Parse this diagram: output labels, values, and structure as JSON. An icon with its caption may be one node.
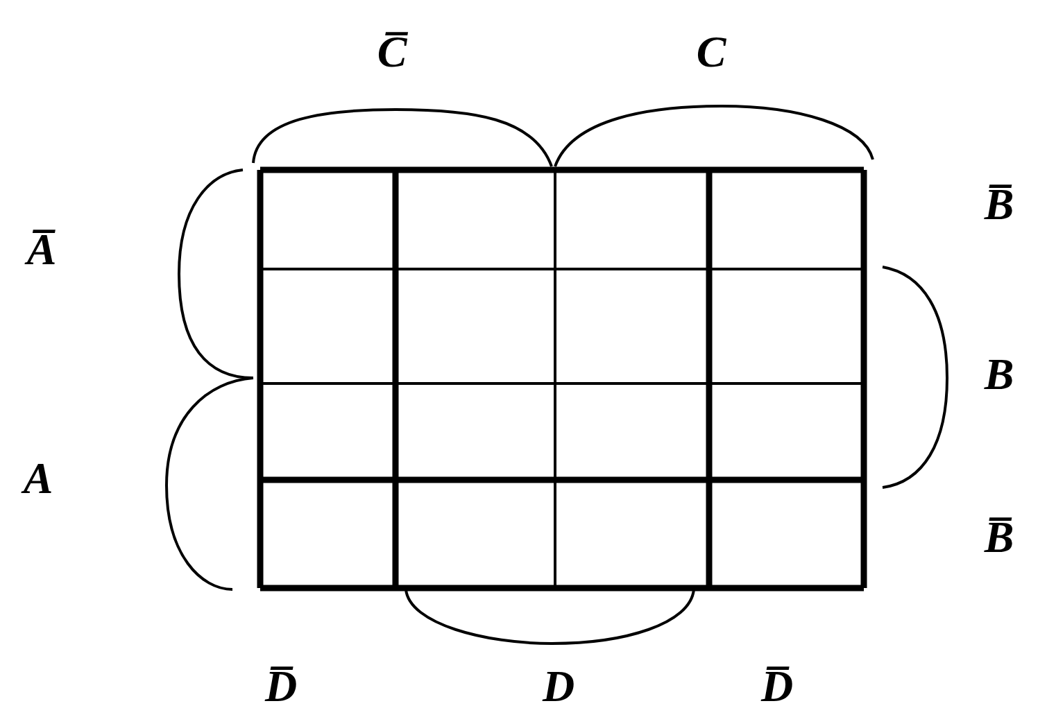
{
  "diagram": {
    "labels": [
      "C̅",
      "C",
      "B̅",
      "A̅",
      "B",
      "A",
      "B̅",
      "D̅",
      "D",
      "D̅"
    ]
  }
}
